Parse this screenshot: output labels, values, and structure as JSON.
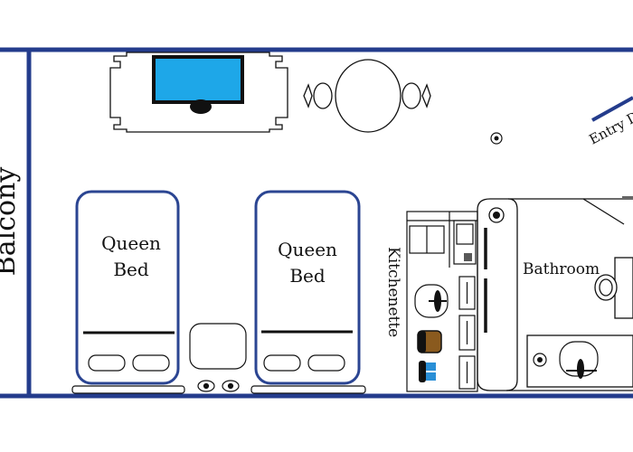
{
  "labels": {
    "balcony": "Balcony",
    "bed_left": [
      "Queen",
      "Bed"
    ],
    "bed_right": [
      "Queen",
      "Bed"
    ],
    "kitchenette": "Kitchenette",
    "bathroom": "Bathroom",
    "entry_door": "Entry Door"
  },
  "colors": {
    "wall": "#243c8c",
    "outline": "#111111",
    "screen": "#1ea7e8",
    "bed_border": "#2b4592",
    "accent_blue": "#2a8fd6",
    "accent_brown": "#8a5a1e"
  },
  "icons": [
    "tv-icon",
    "table-icon",
    "sink-icon",
    "toilet-icon",
    "stove-icon",
    "fridge-icon",
    "coffee-maker-icon",
    "shower-head-icon"
  ]
}
